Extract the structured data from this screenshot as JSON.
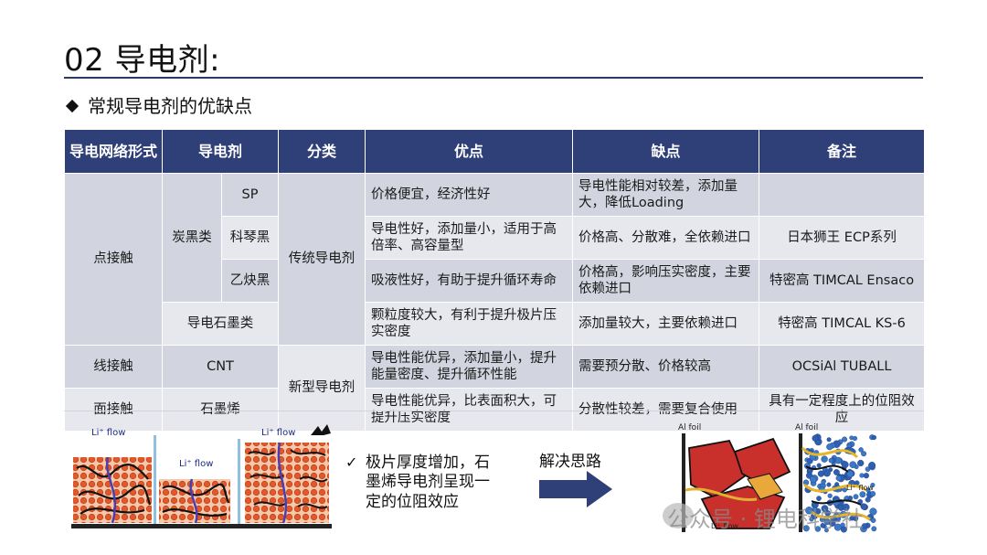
{
  "header": {
    "title": "02 导电剂:",
    "subtitle": "常规导电剂的优缺点"
  },
  "table": {
    "headers": [
      "导电网络形式",
      "导电剂",
      "分类",
      "优点",
      "缺点",
      "备注"
    ],
    "groups": {
      "point": "点接触",
      "line": "线接触",
      "surface": "面接触",
      "carbon_black": "炭黑类",
      "traditional": "传统导电剂",
      "new_type": "新型导电剂"
    },
    "rows": [
      {
        "agent": "SP",
        "pros": "价格便宜，经济性好",
        "cons": "导电性能相对较差，添加量大，降低Loading",
        "note": ""
      },
      {
        "agent": "科琴黑",
        "pros": "导电性好，添加量小，适用于高倍率、高容量型",
        "cons": "价格高、分散难，全依赖进口",
        "note": "日本狮王 ECP系列"
      },
      {
        "agent": "乙炔黑",
        "pros": "吸液性好，有助于提升循环寿命",
        "cons": "价格高，影响压实密度，主要依赖进口",
        "note": "特密高 TIMCAL Ensaco"
      },
      {
        "agent": "导电石墨类",
        "pros": "颗粒度较大，有利于提升极片压实密度",
        "cons": "添加量较大，主要依赖进口",
        "note": "特密高 TIMCAL KS-6"
      },
      {
        "agent": "CNT",
        "pros": "导电性能优异，添加量小，提升能量密度、提升循环性能",
        "cons": "需要预分散、价格较高",
        "note": "OCSiAl TUBALL"
      },
      {
        "agent": "石墨烯",
        "pros": "导电性能优异，比表面积大，可提升压实密度",
        "cons": "分散性较差，需要复合使用",
        "note": "具有一定程度上的位阻效应"
      }
    ]
  },
  "figures": {
    "left_flow_label": "Li⁺ flow",
    "right_foil_label": "Al foil",
    "right_flow_label": "Li⁺ flow"
  },
  "note": {
    "check": "✓",
    "text": "极片厚度增加，石墨烯导电剂呈现一定的位阻效应"
  },
  "solution_label": "解决思路",
  "watermark": "公众号 · 锂电科学社",
  "colors": {
    "header_bg": "#2f3f78",
    "cell_dark": "#d2d5df",
    "cell_light": "#e6e8ee",
    "arrow": "#2f3f78"
  }
}
